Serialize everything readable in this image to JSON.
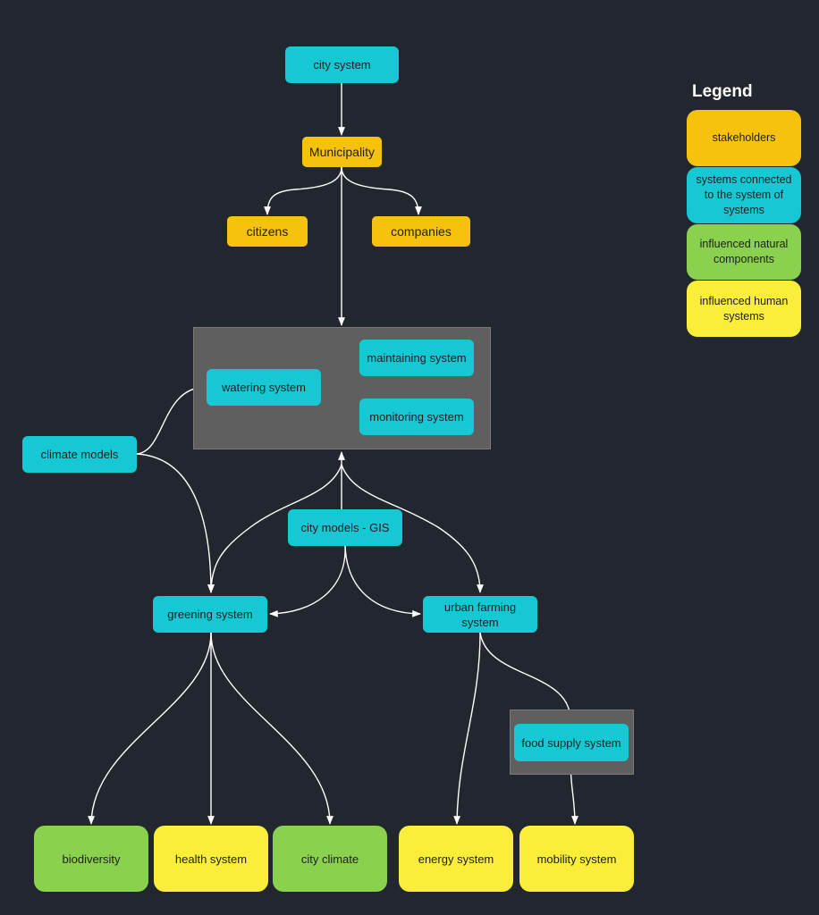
{
  "nodes": {
    "city_system": "city system",
    "municipality": "Municipality",
    "citizens": "citizens",
    "companies": "companies",
    "maintaining_system": "maintaining system",
    "watering_system": "watering system",
    "monitoring_system": "monitoring system",
    "climate_models": "climate models",
    "city_models_gis": "city models - GIS",
    "greening_system": "greening system",
    "urban_farming_system": "urban farming system",
    "food_supply_system": "food supply system",
    "biodiversity": "biodiversity",
    "health_system": "health system",
    "city_climate": "city climate",
    "energy_system": "energy system",
    "mobility_system": "mobility system"
  },
  "legend": {
    "title": "Legend",
    "items": [
      {
        "label": "stakeholders",
        "color": "#f7c20d"
      },
      {
        "label": "systems connected to the system of systems",
        "color": "#16c8d4"
      },
      {
        "label": "influenced natural components",
        "color": "#8bd150"
      },
      {
        "label": "influenced human systems",
        "color": "#fbee3b"
      }
    ]
  },
  "colors": {
    "background": "#22262e",
    "group_box": "#5f5f5f",
    "arrow": "#ffffff"
  }
}
